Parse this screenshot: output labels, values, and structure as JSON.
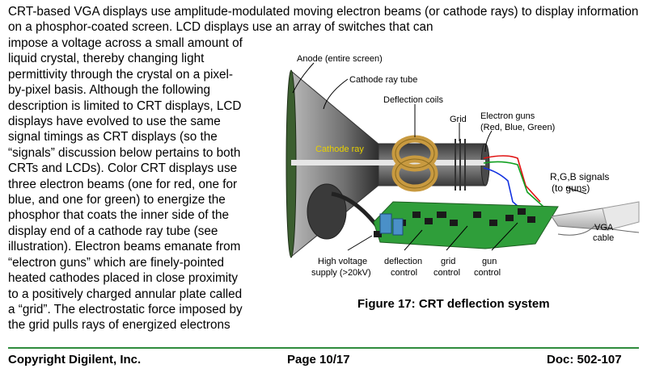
{
  "intro": "CRT-based VGA displays use amplitude-modulated moving electron beams (or cathode rays) to display information on a phosphor-coated screen. LCD displays use an array of switches that can",
  "column_lines": [
    "impose a voltage across a small amount of",
    "liquid crystal, thereby changing light",
    "permittivity through the crystal on a pixel-",
    "by-pixel basis. Although the following",
    "description is limited to CRT displays, LCD",
    "displays have evolved to use the same",
    "signal timings as CRT displays (so the",
    "“signals” discussion below pertains to both",
    "CRTs and LCDs). Color CRT displays use",
    "three electron beams (one for red, one for",
    "blue, and one for green) to energize the",
    "phosphor that coats the inner side of the",
    "display end of a cathode ray tube (see",
    "illustration). Electron beams emanate from",
    "“electron guns” which are finely-pointed",
    "heated cathodes placed in close proximity",
    "to a positively charged annular plate called",
    "a “grid”. The electrostatic force imposed by",
    "the grid pulls rays of energized electrons"
  ],
  "figure": {
    "anode": "Anode (entire screen)",
    "crt": "Cathode ray tube",
    "coils": "Deflection coils",
    "grid": "Grid",
    "guns1": "Electron guns",
    "guns2": "(Red, Blue, Green)",
    "ray": "Cathode ray",
    "rgb1": "R,G,B signals",
    "rgb2": "(to guns)",
    "vga1": "VGA",
    "vga2": "cable",
    "hv1": "High voltage",
    "hv2": "supply (>20kV)",
    "dc1": "deflection",
    "dc2": "control",
    "gc1": "grid",
    "gc2": "control",
    "gun1": "gun",
    "gun2": "control",
    "caption": "Figure 17: CRT deflection system",
    "colors": {
      "board": "#2f9e3a",
      "screen": "#3b5e2f",
      "red": "#e01010",
      "green": "#10a020",
      "blue": "#1030e0"
    }
  },
  "footer": {
    "left": "Copyright Digilent, Inc.",
    "center": "Page 10/17",
    "right": "Doc: 502-107"
  }
}
